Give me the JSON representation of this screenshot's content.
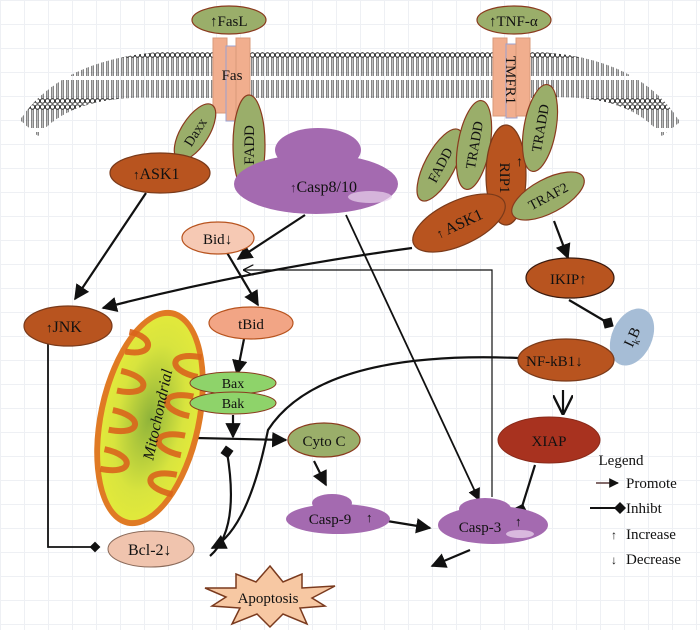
{
  "colors": {
    "green": "#9aae6a",
    "green_stroke": "#8a3a1e",
    "brown": "#b8541f",
    "purple": "#a46ab0",
    "peach": "#f1a98a",
    "light_peach": "#f6c9b4",
    "salmon": "#f2a585",
    "light_green": "#8ed36a",
    "xiap": "#a8321f",
    "ikb": "#a6bdd6",
    "receptor": "#f1ae8e",
    "apoptosis": "#f7c8a3",
    "bcl2": "#f0c4ae"
  },
  "nodes": {
    "fasl": {
      "label": "FasL",
      "mark": "↑"
    },
    "fas": {
      "label": "Fas"
    },
    "tnfa": {
      "label": "TNF-α",
      "mark": "↑"
    },
    "tmfr1": {
      "label": "TMFR1"
    },
    "daxx": {
      "label": "Daxx"
    },
    "fadd_left": {
      "label": "FADD"
    },
    "ask1_left": {
      "label": "ASK1",
      "mark": "↑"
    },
    "casp810": {
      "label": "Casp8/10",
      "mark": "↑"
    },
    "fadd_right": {
      "label": "FADD"
    },
    "tradd_left": {
      "label": "TRADD"
    },
    "rip1": {
      "label": "RIP1",
      "mark": "↑"
    },
    "tradd_right": {
      "label": "TRADD"
    },
    "ask1_right": {
      "label": "ASK1",
      "mark": "↑"
    },
    "traf2": {
      "label": "TRAF2"
    },
    "bid": {
      "label": "Bid",
      "mark": "↓"
    },
    "tbid": {
      "label": "tBid"
    },
    "jnk": {
      "label": "JNK",
      "mark": "↑"
    },
    "ikip": {
      "label": "IKIP",
      "mark": "↑"
    },
    "ikb": {
      "label": "I",
      "sub": "k",
      "label2": "B"
    },
    "nfkb1": {
      "label": "NF-kB1",
      "mark": "↓"
    },
    "mito": {
      "label": "Mitochondrial"
    },
    "bax": {
      "label": "Bax"
    },
    "bak": {
      "label": "Bak"
    },
    "cytoc": {
      "label": "Cyto C"
    },
    "xiap": {
      "label": "XIAP"
    },
    "casp9": {
      "label": "Casp-9",
      "mark": "↑"
    },
    "casp3": {
      "label": "Casp-3",
      "mark": "↑"
    },
    "bcl2": {
      "label": "Bcl-2",
      "mark": "↓"
    },
    "apoptosis": {
      "label": "Apoptosis"
    }
  },
  "legend": {
    "title": "Legend",
    "items": [
      {
        "symbol": "promote-arrow",
        "label": "Promote"
      },
      {
        "symbol": "inhibit-diamond",
        "label": "Inhibt"
      },
      {
        "symbol": "up-arrow",
        "label": "Increase"
      },
      {
        "symbol": "down-arrow",
        "label": "Decrease"
      }
    ]
  },
  "edges": [
    {
      "from": "ASK1 (left)",
      "to": "JNK",
      "type": "promote"
    },
    {
      "from": "ASK1 (right)",
      "to": "JNK",
      "type": "promote"
    },
    {
      "from": "Casp8/10",
      "to": "Bid",
      "type": "promote"
    },
    {
      "from": "Bid",
      "to": "tBid",
      "type": "promote"
    },
    {
      "from": "Casp-3",
      "to": "Bid",
      "type": "promote"
    },
    {
      "from": "Casp8/10",
      "to": "Casp-3",
      "type": "promote"
    },
    {
      "from": "TRAF2",
      "to": "IKIP",
      "type": "promote"
    },
    {
      "from": "IKIP",
      "to": "IkB",
      "type": "inhibit"
    },
    {
      "from": "tBid",
      "to": "Bax/Bak",
      "type": "promote"
    },
    {
      "from": "Bax/Bak",
      "to": "Cyto C",
      "type": "promote"
    },
    {
      "from": "Mitochondrial",
      "to": "Cyto C",
      "type": "promote"
    },
    {
      "from": "Bcl-2",
      "to": "Bax/Bak",
      "type": "inhibit"
    },
    {
      "from": "NF-kB1",
      "to": "Bcl-2",
      "type": "promote"
    },
    {
      "from": "JNK",
      "to": "Bcl-2",
      "type": "inhibit"
    },
    {
      "from": "NF-kB1",
      "to": "XIAP",
      "type": "promote"
    },
    {
      "from": "XIAP",
      "to": "Casp-3",
      "type": "inhibit"
    },
    {
      "from": "Cyto C",
      "to": "Casp-9",
      "type": "promote"
    },
    {
      "from": "Casp-9",
      "to": "Casp-3",
      "type": "promote"
    },
    {
      "from": "Casp-3",
      "to": "Apoptosis",
      "type": "promote"
    }
  ]
}
